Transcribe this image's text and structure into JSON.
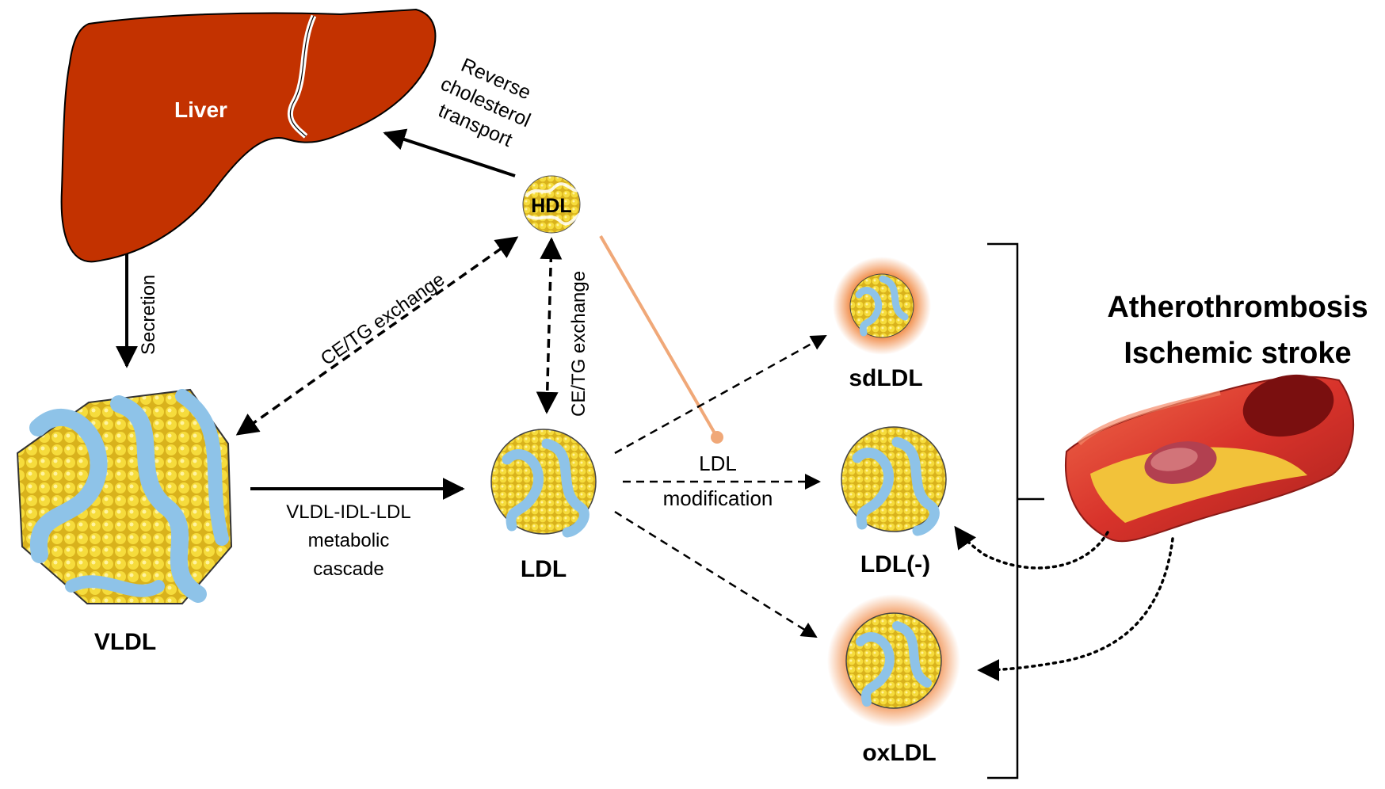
{
  "liver": {
    "label": "Liver"
  },
  "arrows": {
    "secretion": "Secretion",
    "reverse_transport": [
      "Reverse",
      "cholesterol",
      "transport"
    ],
    "ce_tg_left": "CE/TG exchange",
    "ce_tg_mid": "CE/TG exchange",
    "cascade": [
      "VLDL-IDL-LDL",
      "metabolic",
      "cascade"
    ],
    "modification": [
      "LDL",
      "modification"
    ]
  },
  "particles": {
    "hdl": "HDL",
    "vldl": "VLDL",
    "ldl": "LDL",
    "sdldl": "sdLDL",
    "ldl_minus": "LDL(-)",
    "oxldl": "oxLDL"
  },
  "outcome": {
    "line1": "Atherothrombosis",
    "line2": "Ischemic stroke"
  },
  "colors": {
    "liver": "#c33200",
    "lipid": "#f2d332",
    "apo": "#8ec3e8",
    "halo": "#f0833a",
    "inhibit": "#f0a878",
    "vessel": "#d8332b"
  }
}
